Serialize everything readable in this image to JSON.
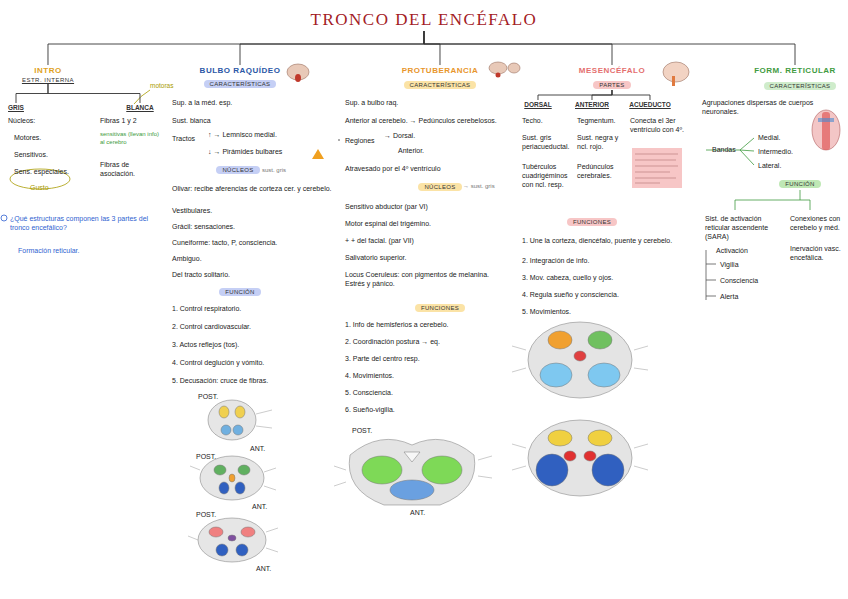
{
  "diagram": {
    "nodes": [
      {
        "text": [
          "TRONCO DEL ENCÉFALO"
        ]
      },
      {
        "text": [
          "INTRO",
          "ESTR. INTERNA"
        ]
      },
      {
        "text": [
          "GRIS"
        ]
      },
      {
        "text": [
          "BLANCA"
        ]
      },
      {
        "text": [
          "BULBO RAQUÍDEO"
        ]
      },
      {
        "text": [
          "CARACTERÍSTICAS"
        ]
      },
      {
        "text": [
          "NÚCLEOS"
        ]
      },
      {
        "text": [
          "FUNCIÓN"
        ]
      },
      {
        "text": [
          "PROTUBERANCIA"
        ]
      },
      {
        "text": [
          "CARACTERÍSTICAS"
        ]
      },
      {
        "text": [
          "NÚCLEOS"
        ]
      },
      {
        "text": [
          "FUNCIONES"
        ]
      },
      {
        "text": [
          "MESENCÉFALO"
        ]
      },
      {
        "text": [
          "PARTES"
        ]
      },
      {
        "text": [
          "DORSAL"
        ]
      },
      {
        "text": [
          "ANTERIOR"
        ]
      },
      {
        "text": [
          "ACUEDUCTO"
        ]
      },
      {
        "text": [
          "FUNCIONES"
        ]
      },
      {
        "text": [
          "FORM. RETICULAR"
        ]
      },
      {
        "text": [
          "CARACTERÍSTICAS"
        ]
      },
      {
        "text": [
          "FUNCIÓN"
        ]
      }
    ],
    "edges": [
      {
        "from": 0,
        "to": 1,
        "arrow": "none"
      },
      {
        "from": 0,
        "to": 4,
        "arrow": "none"
      },
      {
        "from": 0,
        "to": 8,
        "arrow": "none"
      },
      {
        "from": 0,
        "to": 12,
        "arrow": "none"
      },
      {
        "from": 0,
        "to": 18,
        "arrow": "none"
      },
      {
        "from": 1,
        "to": 2,
        "arrow": "none"
      },
      {
        "from": 1,
        "to": 3,
        "arrow": "none"
      },
      {
        "from": 13,
        "to": 14,
        "arrow": "none"
      },
      {
        "from": 13,
        "to": 15,
        "arrow": "none"
      },
      {
        "from": 13,
        "to": 16,
        "arrow": "none"
      }
    ],
    "labels": [
      "motoras",
      "Núcleos:",
      "Motores.",
      "Sensitivos.",
      "Sens. especiales.",
      "Gusto",
      "Fibras 1 y 2",
      "sensitivas (llevan info) al cerebro",
      "Fibras de asociación.",
      "¿Qué estructuras componen las 3 partes del tronco encefálico?",
      "Formación reticular.",
      "Sup. a la méd. esp.",
      "Sust. blanca",
      "Tractos",
      "↑ → Lemnisco medial.",
      "↓ → Pirámides bulbares",
      "sust. gris",
      "Olivar: recibe aferencias de corteza cer. y cerebelo.",
      "Vestibulares.",
      "Grácil: sensaciones.",
      "Cuneiforme: tacto, P, consciencia.",
      "Ambiguo.",
      "Del tracto solitario.",
      "1. Control respiratorio.",
      "2. Control cardiovascular.",
      "3. Actos reflejos (tos).",
      "4. Control deglución y vómito.",
      "5. Decusación: cruce de fibras.",
      "POST.",
      "ANT.",
      "POST.",
      "ANT.",
      "POST.",
      "ANT.",
      "Sup. a bulbo raq.",
      "Anterior al cerebelo. → Pedúnculos cerebelosos.",
      "Regiones",
      "→ Dorsal.",
      "Anterior.",
      "Atravesado por el 4º ventrículo",
      "→ sust. gris",
      "Sensitivo abductor (par VI)",
      "Motor espinal del trigémino.",
      "+ + del facial. (par VII)",
      "Salivatorio superior.",
      "Locus Coeruleus: con pigmentos de melanina. Estrés y pánico.",
      "1. Info de hemisferios a cerebelo.",
      "2. Coordinación postura → eq.",
      "3. Parte del centro resp.",
      "4. Movimientos.",
      "5. Consciencia.",
      "6. Sueño-vigilia.",
      "POST.",
      "ANT.",
      "Techo.",
      "Sust. gris periacueductal.",
      "Tubérculos cuadrigéminos con ncl. resp.",
      "Tegmentum.",
      "Sust. negra y ncl. rojo.",
      "Pedúnculos cerebrales.",
      "Conecta el 3er ventrículo con 4º.",
      "1. Une la corteza, diencéfalo, puente y cerebelo.",
      "2. Integración de info.",
      "3. Mov. cabeza, cuello y ojos.",
      "4. Regula sueño y consciencia.",
      "5. Movimientos.",
      "Agrupaciones dispersas de cuerpos neuronales.",
      "Bandas",
      "Medial.",
      "Intermedio.",
      "Lateral.",
      "Sist. de activación reticular ascendente (SARA)",
      "Activación",
      "Vigilia",
      "Consciencia",
      "Alerta",
      "Conexiones con cerebelo y méd.",
      "Inervación vasc. encefálica."
    ]
  }
}
